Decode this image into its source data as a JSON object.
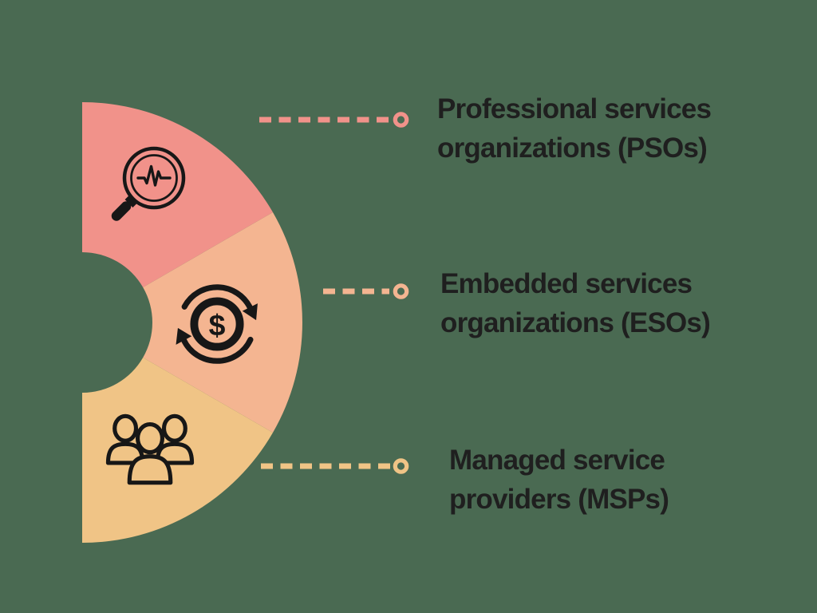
{
  "page": {
    "background": "#4A6A52"
  },
  "colors": {
    "text": "#1F1F1F",
    "icon": "#171717"
  },
  "diagram": {
    "type": "half-donut-list",
    "description": "Three types of services organizations",
    "dollar_glyph": "$",
    "segments": [
      {
        "name": "Professional services organizations (PSOs)",
        "label_line1": "Professional services",
        "label_line2": "organizations (PSOs)",
        "color": "#F1928A",
        "icon": "magnifier-pulse-icon"
      },
      {
        "name": "Embedded services organizations (ESOs)",
        "label_line1": "Embedded services",
        "label_line2": "organizations (ESOs)",
        "color": "#F4B591",
        "icon": "dollar-cycle-icon"
      },
      {
        "name": "Managed service providers (MSPs)",
        "label_line1": "Managed service",
        "label_line2": "providers (MSPs)",
        "color": "#F0C486",
        "icon": "people-group-icon"
      }
    ]
  }
}
